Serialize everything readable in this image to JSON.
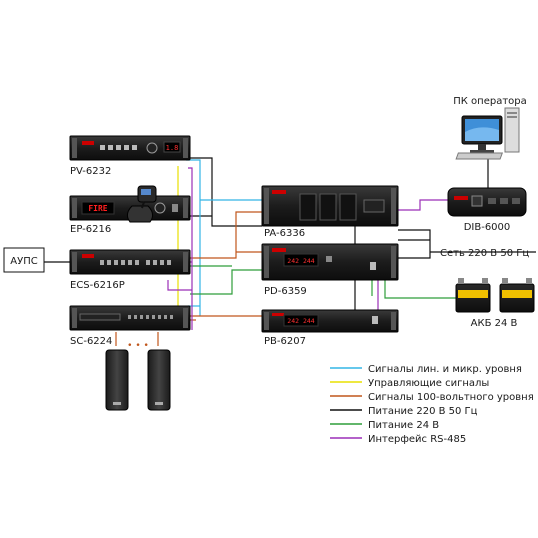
{
  "devices": {
    "pv": "PV-6232",
    "ep": "EP-6216",
    "ecs": "ECS-6216P",
    "sc": "SC-6224",
    "pa": "PA-6336",
    "pd": "PD-6359",
    "pb": "PB-6207",
    "dib": "DIB-6000"
  },
  "external": {
    "aups": "АУПС",
    "pc": "ПК оператора",
    "mains": "Сеть 220 В 50 Гц",
    "battery": "АКБ 24 В",
    "speakers_dots": "• • •"
  },
  "panel_texts": {
    "pv_display": "1.8",
    "ep_display": "FIRE",
    "pd_display": "242 244",
    "pb_display": "242 244"
  },
  "legend": [
    {
      "label": "Сигналы лин. и микр. уровня",
      "color": "#33b5e5"
    },
    {
      "label": "Управляющие сигналы",
      "color": "#e8e000"
    },
    {
      "label": "Сигналы 100-вольтного уровня",
      "color": "#c0561c"
    },
    {
      "label": "Питание 220 В 50 Гц",
      "color": "#111111"
    },
    {
      "label": "Питание 24 В",
      "color": "#2e9e3a"
    },
    {
      "label": "Интерфейс RS-485",
      "color": "#9b2fb8"
    }
  ]
}
